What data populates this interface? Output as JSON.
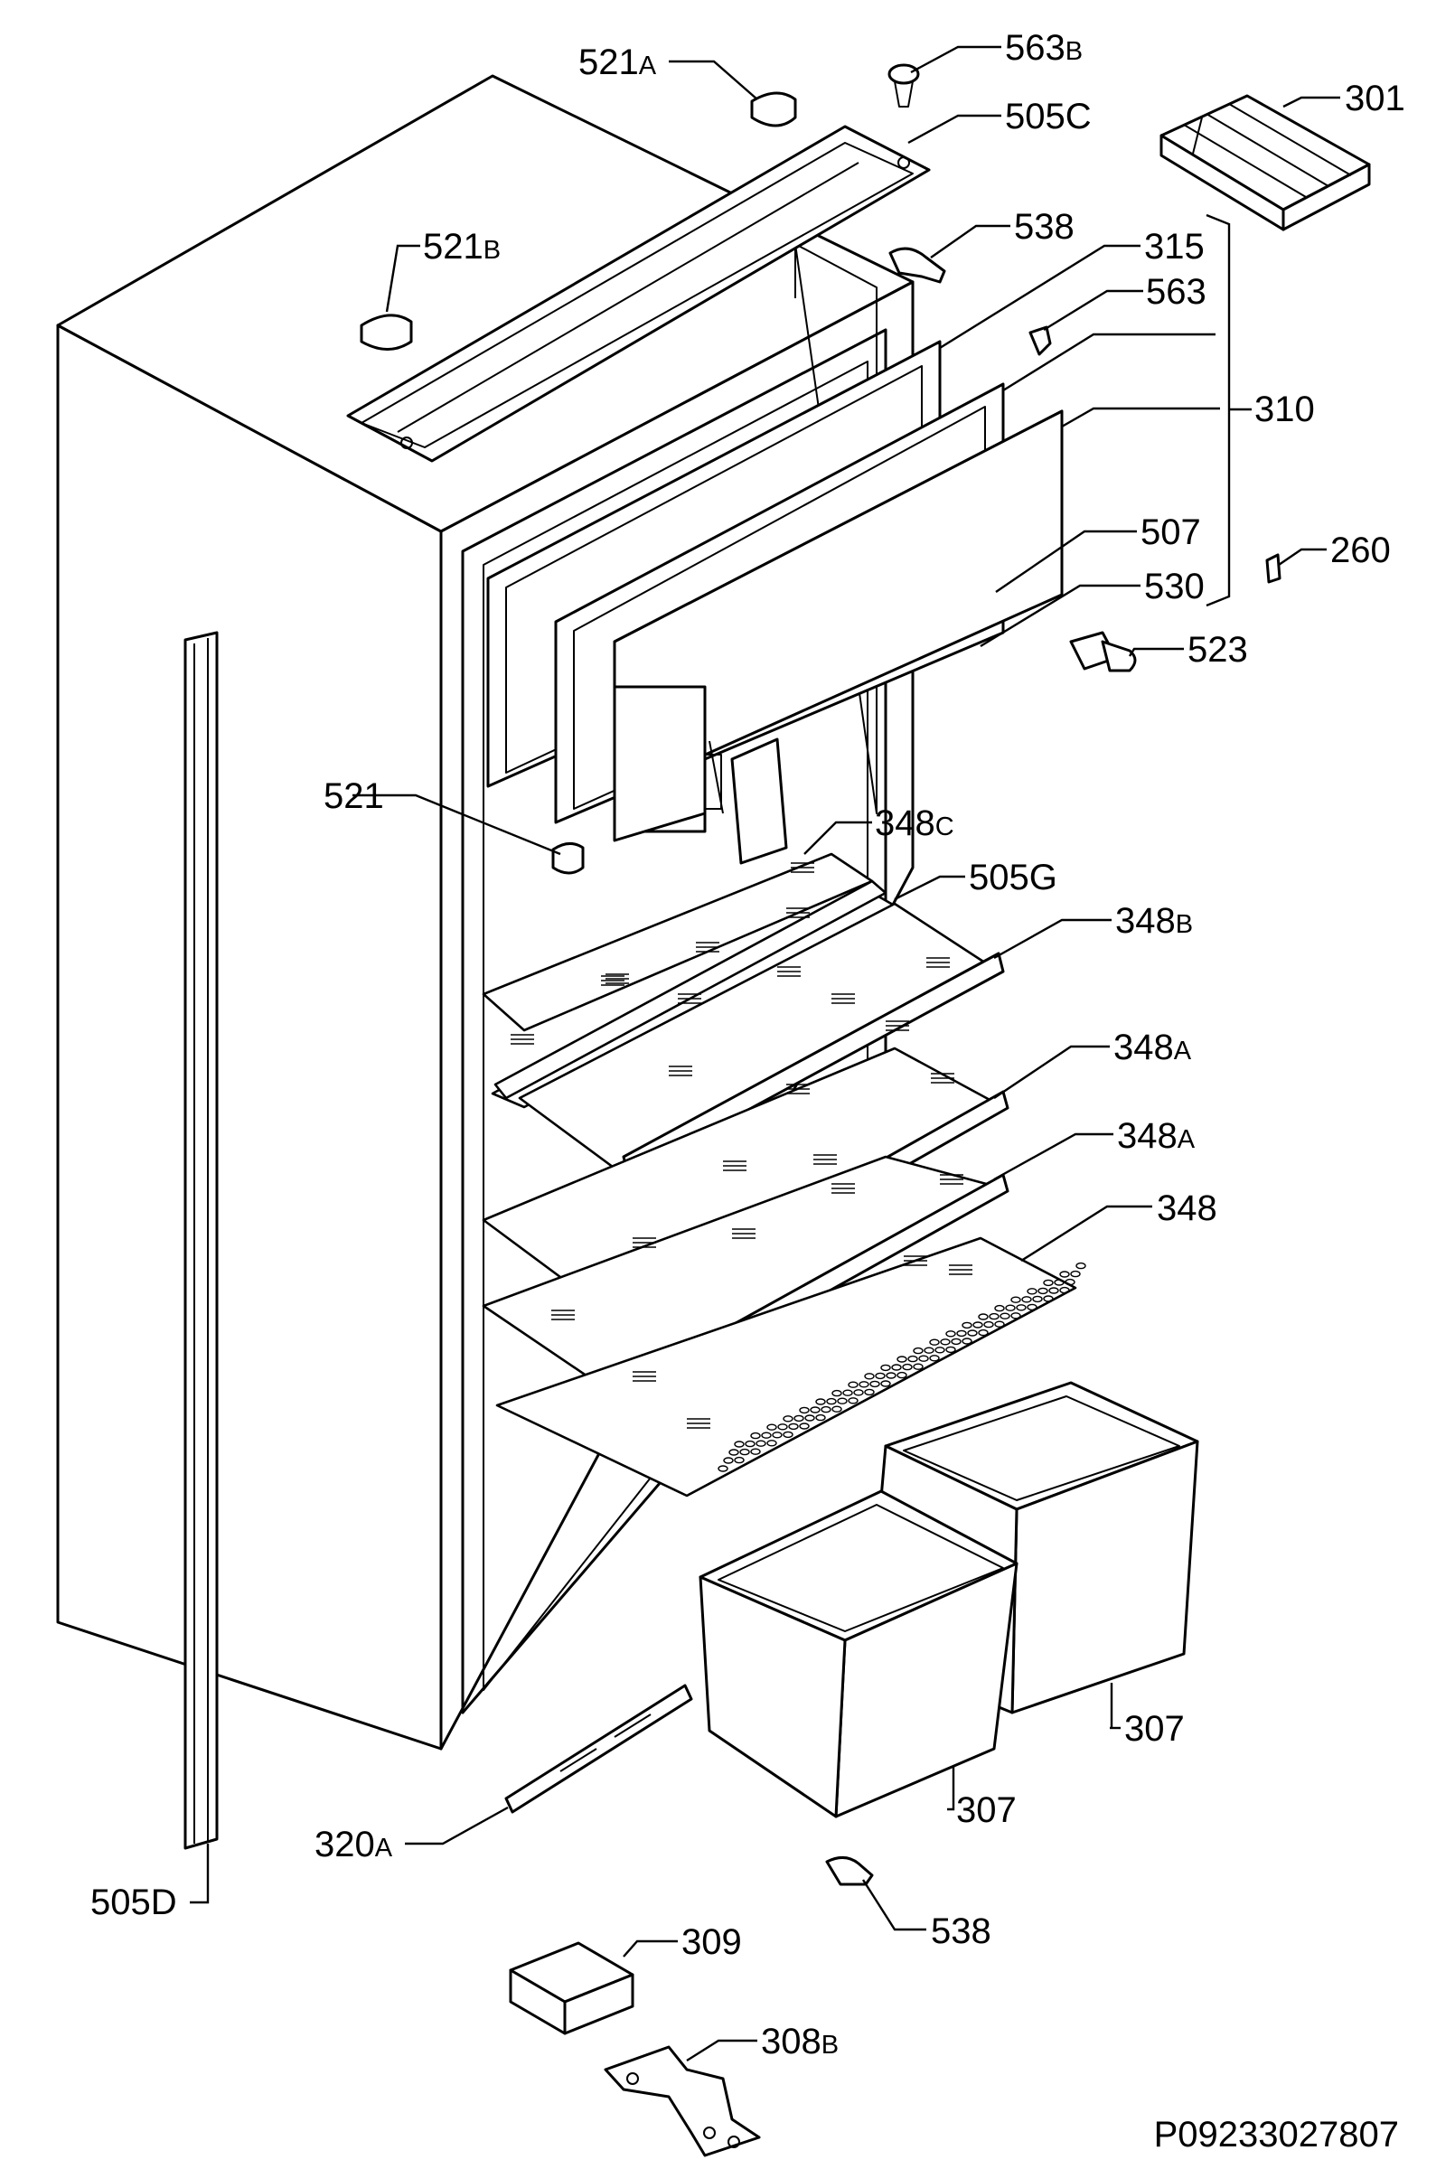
{
  "drawing_code": "P09233027807",
  "labels": [
    {
      "num": "521",
      "suffix": "A"
    },
    {
      "num": "563",
      "suffix": "B"
    },
    {
      "num": "505C",
      "suffix": ""
    },
    {
      "num": "301",
      "suffix": ""
    },
    {
      "num": "521",
      "suffix": "B"
    },
    {
      "num": "538",
      "suffix": ""
    },
    {
      "num": "315",
      "suffix": ""
    },
    {
      "num": "563",
      "suffix": ""
    },
    {
      "num": "310",
      "suffix": ""
    },
    {
      "num": "507",
      "suffix": ""
    },
    {
      "num": "530",
      "suffix": ""
    },
    {
      "num": "260",
      "suffix": ""
    },
    {
      "num": "523",
      "suffix": ""
    },
    {
      "num": "521",
      "suffix": ""
    },
    {
      "num": "348",
      "suffix": "C"
    },
    {
      "num": "505G",
      "suffix": ""
    },
    {
      "num": "348",
      "suffix": "B"
    },
    {
      "num": "348",
      "suffix": "A"
    },
    {
      "num": "348",
      "suffix": "A"
    },
    {
      "num": "348",
      "suffix": ""
    },
    {
      "num": "307",
      "suffix": ""
    },
    {
      "num": "307",
      "suffix": ""
    },
    {
      "num": "320",
      "suffix": "A"
    },
    {
      "num": "505D",
      "suffix": ""
    },
    {
      "num": "538",
      "suffix": ""
    },
    {
      "num": "309",
      "suffix": ""
    },
    {
      "num": "308",
      "suffix": "B"
    }
  ]
}
